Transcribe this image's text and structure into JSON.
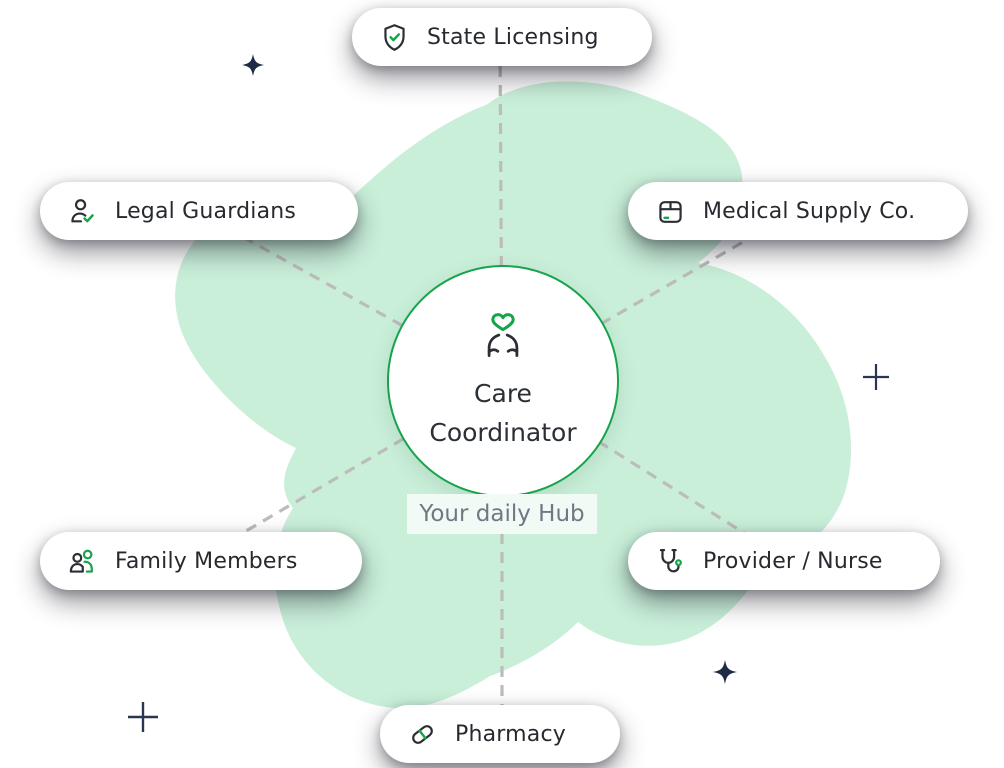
{
  "hub": {
    "name_line1": "Care",
    "name_line2": "Coordinator",
    "caption": "Your daily Hub",
    "icon": "hands-holding-heart-icon"
  },
  "nodes": [
    {
      "label": "State Licensing",
      "icon": "shield-check-icon"
    },
    {
      "label": "Legal Guardians",
      "icon": "user-check-icon"
    },
    {
      "label": "Medical Supply Co.",
      "icon": "package-icon"
    },
    {
      "label": "Family Members",
      "icon": "users-icon"
    },
    {
      "label": "Provider / Nurse",
      "icon": "stethoscope-icon"
    },
    {
      "label": "Pharmacy",
      "icon": "capsule-icon"
    }
  ],
  "decorations": [
    "sparkle-icon",
    "sparkle-icon",
    "plus-sparkle-icon",
    "plus-sparkle-icon"
  ],
  "colors": {
    "blob": "#c9efd9",
    "accent_green": "#17a34b",
    "pill_background": "#ffffff",
    "text_dark": "#26292e",
    "caption_gray": "#6f7983",
    "caption_background": "#f1faf4",
    "dashed_line": "#bcbcbc",
    "sparkle_navy": "#1f2a44"
  }
}
